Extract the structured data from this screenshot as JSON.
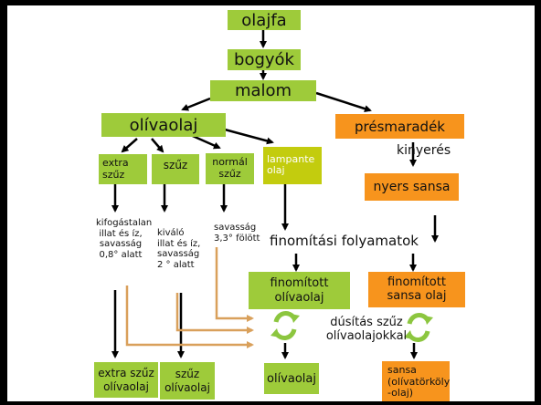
{
  "nodes": {
    "olajfa": "olajfa",
    "bogyok": "bogyók",
    "malom": "malom",
    "olivaolaj_top": "olívaolaj",
    "presmaradek": "présmaradék",
    "kinyeres": "kinyerés",
    "extra_szuz": "extra\nszűz",
    "szuz": "szűz",
    "normal_szuz": "normál\nszűz",
    "lampante": "lampante\nolaj",
    "nyers_sansa": "nyers sansa",
    "desc_extra": "kifogástalan\nillat és íz,\nsavasság\n0,8° alatt",
    "desc_szuz": "kiváló\nillat és íz,\nsavasság\n2 ° alatt",
    "desc_normal": "savasság\n3,3° fölött",
    "finomitasi": "finomítási folyamatok",
    "finomitott_olivaolaj": "finomított\nolívaolaj",
    "finomitott_sansa": "finomított\nsansa olaj",
    "dusitas": "dúsítás szűz\nolívaolajokkal",
    "extra_szuz_olivaolaj": "extra szűz\nolívaolaj",
    "szuz_olivaolaj": "szűz\nolívaolaj",
    "olivaolaj_bottom": "olívaolaj",
    "sansa_bottom": "sansa\n(olívatörköly\n-olaj)"
  },
  "colors": {
    "green": "#9ecb3a",
    "yellow": "#c3cc0e",
    "orange": "#f7941d",
    "arrow": "#000000",
    "blend_arrow": "#d9a05b",
    "cycle_green": "#8cc63f"
  }
}
